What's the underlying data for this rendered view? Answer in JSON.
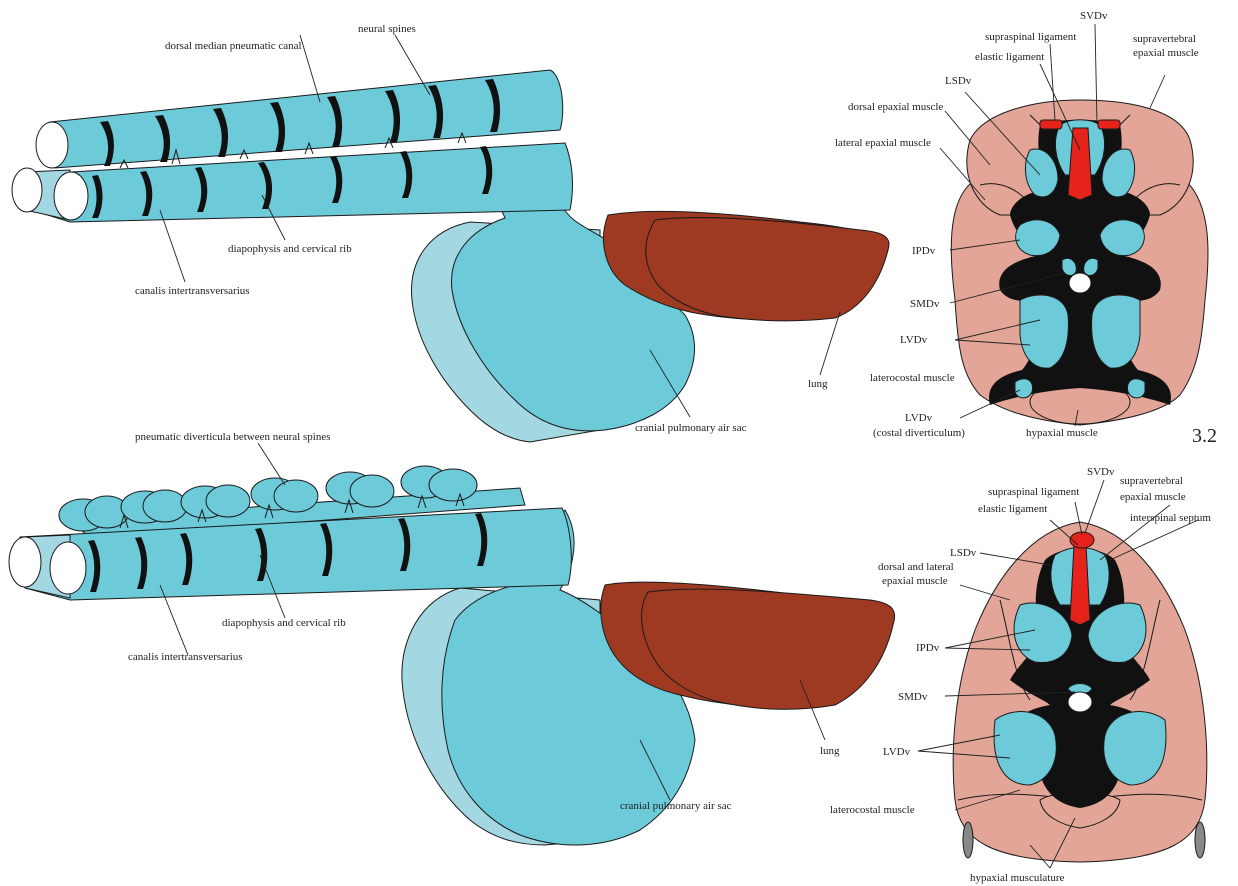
{
  "colors": {
    "bone_air": "#6ccad9",
    "bone_air_light": "#a3d8e2",
    "lung": "#9e3a22",
    "muscle": "#e2a598",
    "ligament": "#e5231b",
    "black": "#111111",
    "white": "#ffffff"
  },
  "top_lateral": {
    "dorsal_median_pneumatic_canal": "dorsal median pneumatic canal",
    "neural_spines": "neural spines",
    "diapophysis_and_cervical_rib": "diapophysis and cervical rib",
    "canalis_intertransversarius": "canalis intertransversarius",
    "lung": "lung",
    "cranial_pulmonary_air_sac": "cranial pulmonary air sac"
  },
  "top_cross": {
    "svdv": "SVDv",
    "supraspinal_ligament": "supraspinal ligament",
    "elastic_ligament": "elastic ligament",
    "supravertebral_epaxial_muscle": [
      "supravertebral",
      "epaxial muscle"
    ],
    "lsdv": "LSDv",
    "dorsal_epaxial_muscle": "dorsal epaxial muscle",
    "lateral_epaxial_muscle": "lateral epaxial muscle",
    "ipdv": "IPDv",
    "smdv": "SMDv",
    "lvdv": "LVDv",
    "laterocostal_muscle": "laterocostal muscle",
    "lvdv_costal": [
      "LVDv",
      "(costal diverticulum)"
    ],
    "hypaxial_muscle": "hypaxial muscle",
    "panel_number": "3.2"
  },
  "bottom_lateral": {
    "pneumatic_diverticula": "pneumatic diverticula between neural spines",
    "diapophysis_and_cervical_rib": "diapophysis and cervical rib",
    "canalis_intertransversarius": "canalis intertransversarius",
    "lung": "lung",
    "cranial_pulmonary_air_sac": "cranial pulmonary air sac"
  },
  "bottom_cross": {
    "svdv": "SVDv",
    "supraspinal_ligament": "supraspinal ligament",
    "elastic_ligament": "elastic ligament",
    "supravertebral_epaxial_muscle": [
      "supravertebral",
      "epaxial muscle"
    ],
    "interspinal_septum": "interspinal septum",
    "lsdv": "LSDv",
    "dorsal_and_lateral_epaxial_muscle": [
      "dorsal and lateral",
      "epaxial muscle"
    ],
    "ipdv": "IPDv",
    "smdv": "SMDv",
    "lvdv": "LVDv",
    "laterocostal_muscle": "laterocostal muscle",
    "hypaxial_musculature": "hypaxial musculature"
  }
}
